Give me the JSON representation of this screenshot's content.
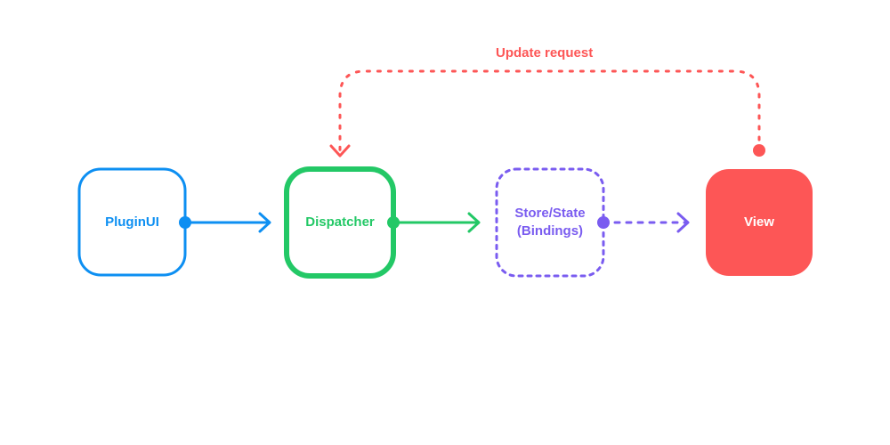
{
  "diagram": {
    "nodes": {
      "plugin_ui": {
        "label": "PluginUI",
        "color": "#0d8ff2"
      },
      "dispatcher": {
        "label": "Dispatcher",
        "color": "#23c866"
      },
      "store_state": {
        "label": "Store/State\n(Bindings)",
        "color": "#7a5cf0"
      },
      "view": {
        "label": "View",
        "color": "#ffffff",
        "fill": "#fd5656"
      }
    },
    "edges": {
      "update_request": {
        "label": "Update request",
        "color": "#fd5656"
      }
    }
  }
}
